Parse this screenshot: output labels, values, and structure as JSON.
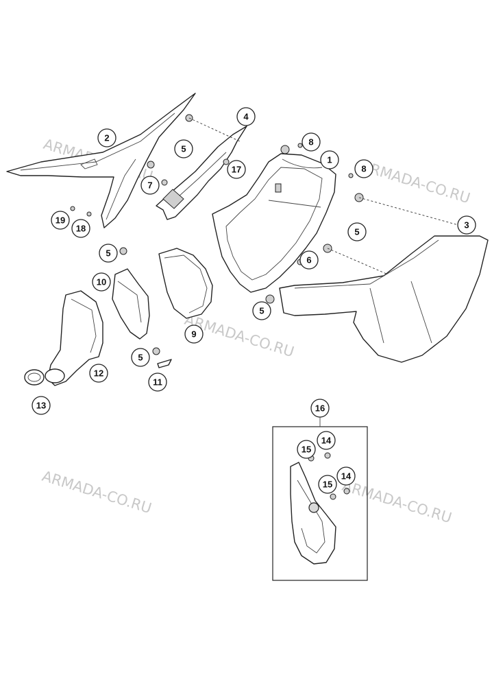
{
  "watermark": "ARMADA-CO.RU",
  "callouts": [
    {
      "id": "c2",
      "label": "2"
    },
    {
      "id": "c4",
      "label": "4"
    },
    {
      "id": "c5a",
      "label": "5"
    },
    {
      "id": "c17",
      "label": "17"
    },
    {
      "id": "c7",
      "label": "7"
    },
    {
      "id": "c8a",
      "label": "8"
    },
    {
      "id": "c1",
      "label": "1"
    },
    {
      "id": "c8b",
      "label": "8"
    },
    {
      "id": "c3",
      "label": "3"
    },
    {
      "id": "c5b",
      "label": "5"
    },
    {
      "id": "c19",
      "label": "19"
    },
    {
      "id": "c18",
      "label": "18"
    },
    {
      "id": "c5c",
      "label": "5"
    },
    {
      "id": "c6",
      "label": "6"
    },
    {
      "id": "c10",
      "label": "10"
    },
    {
      "id": "c5d",
      "label": "5"
    },
    {
      "id": "c9",
      "label": "9"
    },
    {
      "id": "c5e",
      "label": "5"
    },
    {
      "id": "c11",
      "label": "11"
    },
    {
      "id": "c12",
      "label": "12"
    },
    {
      "id": "c13",
      "label": "13"
    },
    {
      "id": "c16",
      "label": "16"
    },
    {
      "id": "c14a",
      "label": "14"
    },
    {
      "id": "c15a",
      "label": "15"
    },
    {
      "id": "c15b",
      "label": "15"
    },
    {
      "id": "c14b",
      "label": "14"
    }
  ]
}
